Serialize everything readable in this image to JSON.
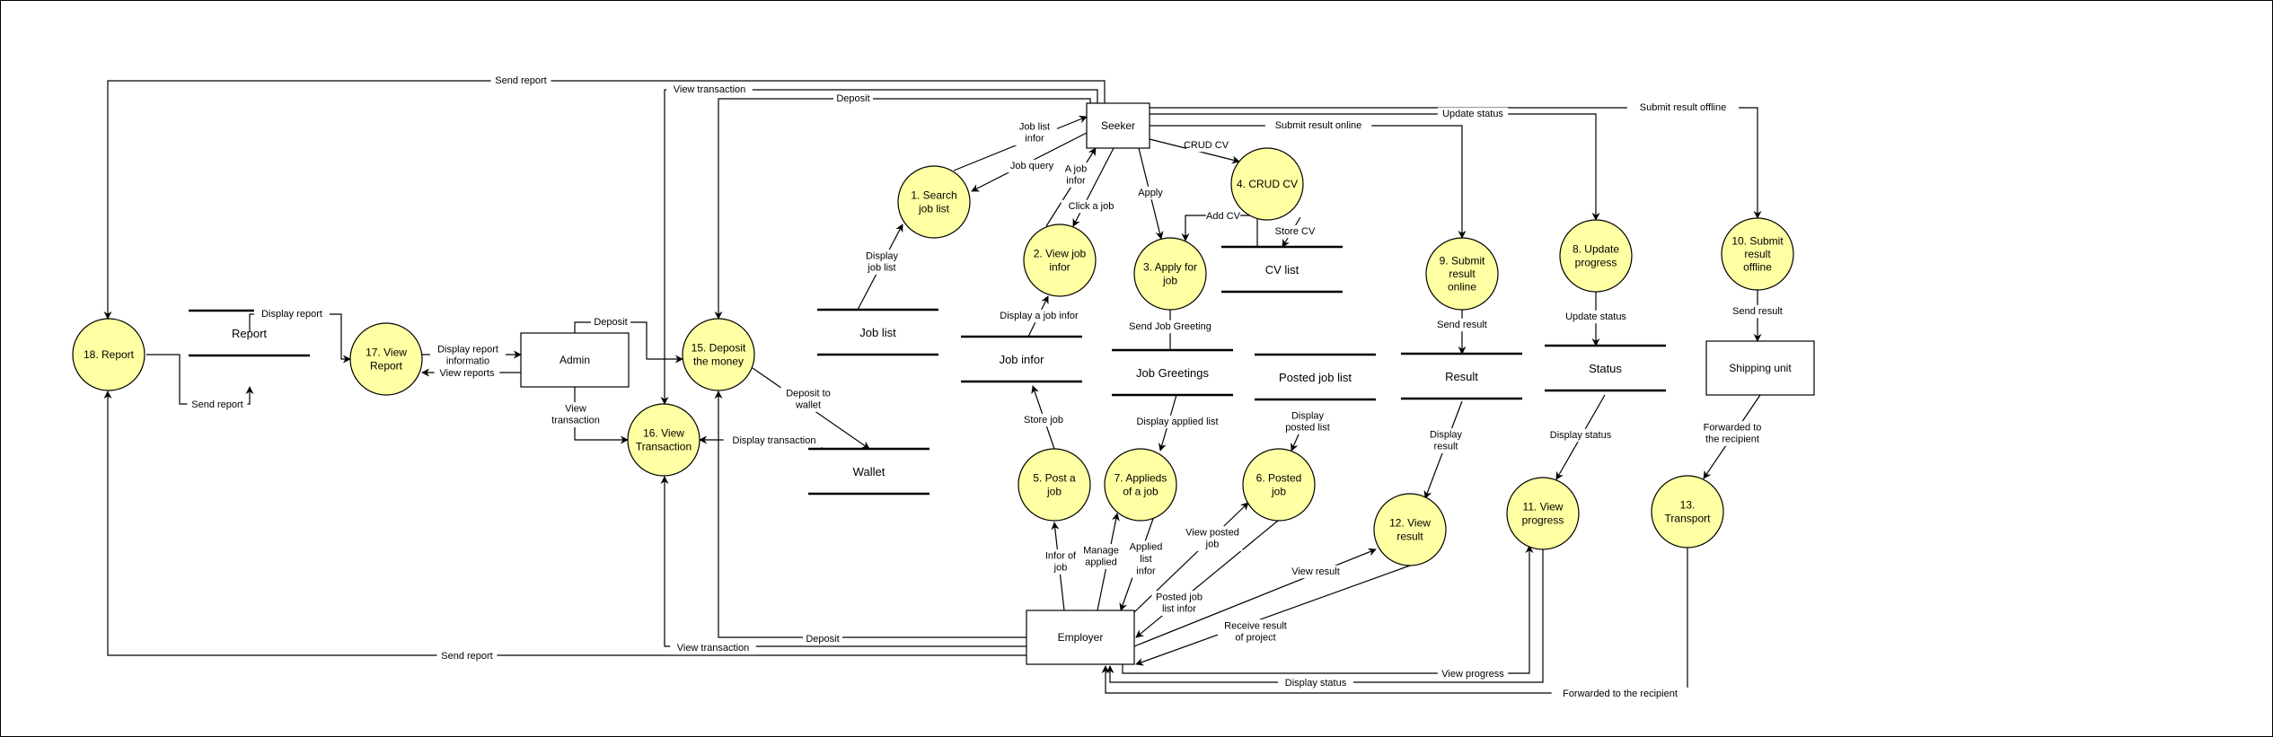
{
  "colors": {
    "process_fill": "#ffffa3",
    "stroke": "#000000",
    "background": "#ffffff"
  },
  "processes": {
    "p1": "1. Search job list",
    "p2": "2. View job infor",
    "p3": "3. Apply for job",
    "p4": "4. CRUD CV",
    "p5": "5. Post a job",
    "p6": "6. Posted job",
    "p7": "7. Applieds of a job",
    "p8": "8. Update progress",
    "p9": "9. Submit result online",
    "p10": "10. Submit result offline",
    "p11": "11. View progress",
    "p12": "12. View result",
    "p13": "13. Transport",
    "p15": "15. Deposit the money",
    "p16": "16. View Transaction",
    "p17": "17. View Report",
    "p18": "18. Report"
  },
  "entities": {
    "seeker": "Seeker",
    "employer": "Employer",
    "admin": "Admin",
    "shipping": "Shipping unit"
  },
  "stores": {
    "report": "Report",
    "joblist": "Job list",
    "jobinfor": "Job infor",
    "jobgreetings": "Job Greetings",
    "cvlist": "CV list",
    "postedjoblist": "Posted job list",
    "result": "Result",
    "status": "Status",
    "wallet": "Wallet"
  },
  "flows": {
    "send_report_top": "Send report",
    "view_transaction_top": "View transaction",
    "deposit_top": "Deposit",
    "submit_result_offline": "Submit result offline",
    "update_status": "Update status",
    "submit_result_online": "Submit result online",
    "crud_cv": "CRUD CV",
    "job_list_infor": "Job list infor",
    "job_query": "Job query",
    "a_job_infor": "A job infor",
    "click_a_job": "Click a job",
    "apply": "Apply",
    "add_cv": "Add CV",
    "store_cv": "Store CV",
    "display_job_list": "Display job list",
    "display_a_job_infor": "Display a job infor",
    "send_job_greeting": "Send Job Greeting",
    "send_result_top": "Send result",
    "update_status_store": "Update status",
    "send_result_ship": "Send result",
    "display_report": "Display report",
    "send_report_store": "Send report",
    "display_report_info": "Display report informatio",
    "view_reports": "View reports",
    "deposit_admin": "Deposit",
    "view_transaction_admin": "View transaction",
    "deposit_to_wallet": "Deposit to wallet",
    "display_transaction": "Display transaction",
    "store_job": "Store job",
    "display_applied_list": "Display applied list",
    "display_posted_list": "Display posted list",
    "display_result": "Display result",
    "display_status": "Display status",
    "forwarded_to_recipient_ship": "Forwarded to the recipient",
    "infor_of_job": "Infor of job",
    "manage_applied": "Manage applied",
    "applied_list_infor": "Applied list infor",
    "view_posted_job": "View posted job",
    "posted_job_list_infor": "Posted job list infor",
    "view_result": "View result",
    "receive_result": "Receive result of project",
    "deposit_bottom": "Deposit",
    "view_transaction_bottom": "View transaction",
    "send_report_bottom": "Send report",
    "view_progress": "View progress",
    "display_status_bottom": "Display status",
    "forwarded_to_recipient_bottom": "Forwarded to the recipient"
  }
}
